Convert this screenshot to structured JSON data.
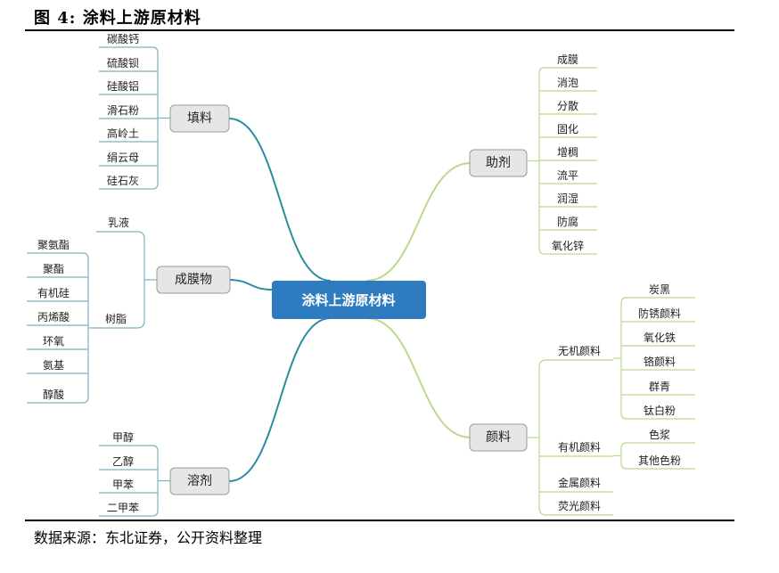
{
  "figure": {
    "title": "图 4: 涂料上游原材料",
    "source": "数据来源：东北证券，公开资料整理"
  },
  "mindmap": {
    "center": "涂料上游原材料",
    "filler": {
      "label": "填料",
      "items": [
        "碳酸钙",
        "硫酸钡",
        "硅酸铝",
        "滑石粉",
        "高岭土",
        "绢云母",
        "硅石灰"
      ]
    },
    "film": {
      "label": "成膜物",
      "emulsion": "乳液",
      "resin": {
        "label": "树脂",
        "items": [
          "聚氨酯",
          "聚酯",
          "有机硅",
          "丙烯酸",
          "环氧",
          "氨基",
          "醇酸"
        ]
      }
    },
    "solvent": {
      "label": "溶剂",
      "items": [
        "甲醇",
        "乙醇",
        "甲苯",
        "二甲苯"
      ]
    },
    "additive": {
      "label": "助剂",
      "items": [
        "成膜",
        "消泡",
        "分散",
        "固化",
        "增稠",
        "流平",
        "润湿",
        "防腐",
        "氧化锌"
      ]
    },
    "pigment": {
      "label": "颜料",
      "inorganic": {
        "label": "无机颜料",
        "items": [
          "炭黑",
          "防锈颜料",
          "氧化铁",
          "铬颜料",
          "群青",
          "钛白粉"
        ]
      },
      "organic": {
        "label": "有机颜料",
        "items": [
          "色浆",
          "其他色粉"
        ]
      },
      "metal": "金属颜料",
      "fluorescent": "荧光颜料"
    },
    "colors": {
      "center_fill": "#2e7bbf",
      "branch_fill": "#e6e6e6",
      "branch_stroke": "#9a9a9a",
      "link_teal": "#2a8ca0",
      "link_green": "#b9d98c",
      "leaf_line_teal": "#7fb2bd",
      "leaf_line_green": "#b9d98c"
    }
  }
}
